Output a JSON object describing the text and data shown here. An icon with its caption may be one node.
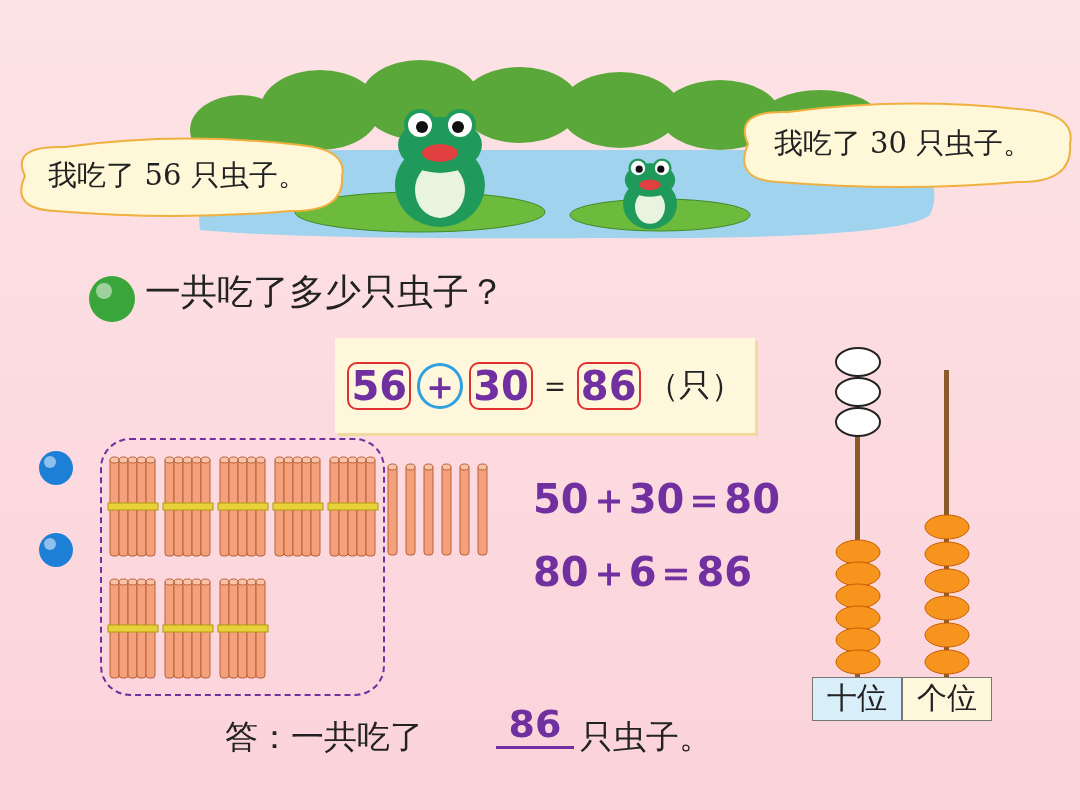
{
  "diagram": {
    "nodes": [
      {
        "text": [
          "我吃了 56 只虫子。"
        ]
      },
      {
        "text": [
          "我吃了 30 只虫子。"
        ]
      },
      {
        "text": [
          "＝",
          "（只）"
        ]
      },
      {
        "text": [
          "56"
        ],
        "in": 2
      },
      {
        "text": [
          "＋"
        ],
        "in": 2
      },
      {
        "text": [
          "30"
        ],
        "in": 2
      },
      {
        "text": [
          "86"
        ],
        "in": 2
      },
      {
        "text": [],
        "shape": "box"
      }
    ],
    "edges": [],
    "labels": [
      "一共吃了多少只虫子？",
      "50＋30＝80",
      "80＋6＝86",
      "答：一共吃了",
      "86",
      "只虫子。",
      "十位",
      "个位"
    ]
  }
}
